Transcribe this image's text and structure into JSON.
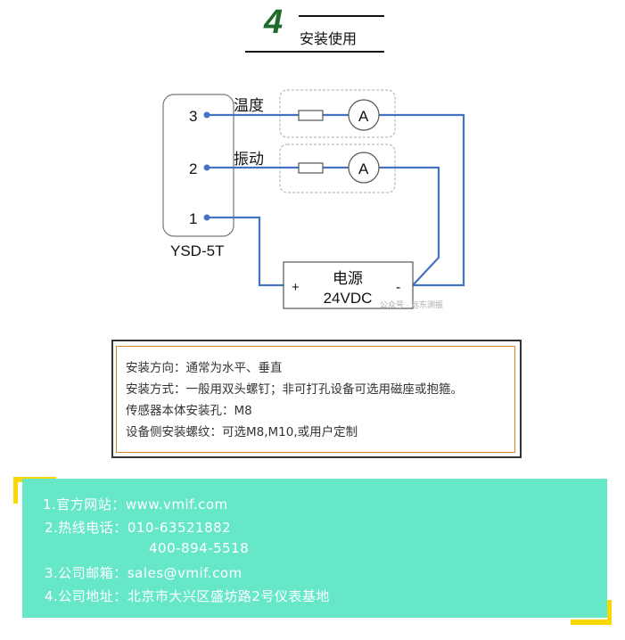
{
  "section": {
    "number": "4",
    "title": "安装使用"
  },
  "diagram": {
    "device": "YSD-5T",
    "pins": [
      "3",
      "2",
      "1"
    ],
    "channels": [
      "温度",
      "振动"
    ],
    "meter": "A",
    "power_title": "电源",
    "power_voltage": "24VDC",
    "plus": "+",
    "minus": "-",
    "watermark": "公众号 · 远东测振",
    "wire_color": "#4472c4"
  },
  "info": [
    "安装方向：通常为水平、垂直",
    "安装方式：一般用双头螺钉；非可打孔设备可选用磁座或抱箍。",
    "传感器本体安装孔：M8",
    "设备侧安装螺纹：可选M8,M10,或用户定制"
  ],
  "contact": {
    "website_label": "1.官方网站：",
    "website": "www.vmif.com",
    "phone_label": "2.热线电话：",
    "phone1": "010-63521882",
    "phone2": "400-894-5518",
    "email_label": "3.公司邮箱：",
    "email": "sales@vmif.com",
    "address_label": "4.公司地址：",
    "address": "北京市大兴区盛坊路2号仪表基地",
    "bg_color": "#66e8c8",
    "accent_color": "#f7d800"
  }
}
